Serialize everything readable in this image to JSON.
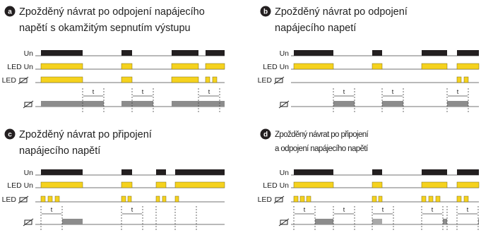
{
  "panels": [
    {
      "id": "a",
      "title_lines": [
        "Zpožděný návrat po odpojení napájecího",
        "napětí s okamžitým sepnutím výstupu"
      ],
      "labels": [
        "Un",
        "LED Un",
        "LED",
        ""
      ],
      "timer_label": "t"
    },
    {
      "id": "b",
      "title_lines": [
        "Zpožděný návrat po odpojení",
        "napájecího napetí"
      ],
      "labels": [
        "Un",
        "LED Un",
        "LED",
        ""
      ],
      "timer_label": "t"
    },
    {
      "id": "c",
      "title_lines": [
        "Zpožděný návrat po připojení",
        "napájecího napětí"
      ],
      "labels": [
        "Un",
        "LED Un",
        "LED",
        ""
      ],
      "timer_label": "t"
    },
    {
      "id": "d",
      "title_lines": [
        "Zpožděný návrat po připojení",
        "a odpojení napájecího napětí"
      ],
      "labels": [
        "Un",
        "LED Un",
        "LED",
        ""
      ],
      "timer_label": "t"
    }
  ],
  "colors": {
    "supply": "#231f20",
    "led": "#f5d21e",
    "output": "#8c8c8c",
    "badge": "#231f20",
    "line": "#444444"
  },
  "icons": {
    "relay": "relay-contact-icon"
  }
}
